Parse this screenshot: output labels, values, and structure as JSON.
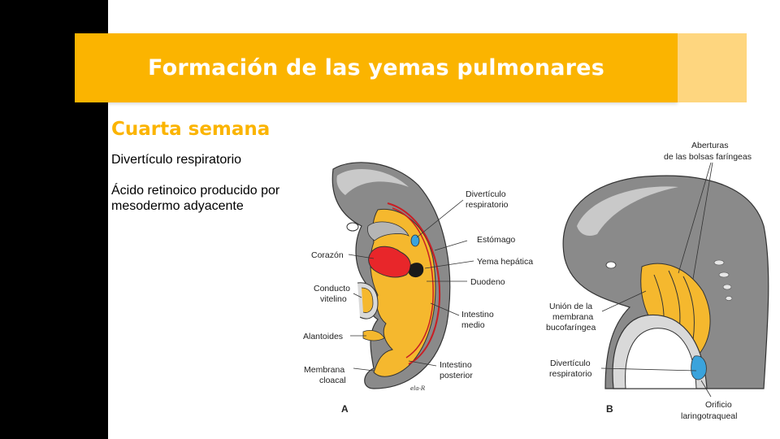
{
  "slide": {
    "title": "Formación de las yemas pulmonares",
    "subtitle": "Cuarta semana",
    "bullets": [
      "Divertículo respiratorio",
      "Ácido retinoico producido por mesodermo adyacente"
    ]
  },
  "figure": {
    "panel_a": {
      "letter": "A",
      "labels": {
        "diverticulo_1": "Divertículo",
        "diverticulo_2": "respiratorio",
        "estomago": "Estómago",
        "yema_hepatica": "Yema hepática",
        "corazon": "Corazón",
        "duodeno": "Duodeno",
        "conducto_1": "Conducto",
        "conducto_2": "vitelino",
        "intestino_medio_1": "Intestino",
        "intestino_medio_2": "medio",
        "alantoides": "Alantoides",
        "membrana_1": "Membrana",
        "membrana_2": "cloacal",
        "intestino_post_1": "Intestino",
        "intestino_post_2": "posterior"
      }
    },
    "panel_b": {
      "letter": "B",
      "labels": {
        "aberturas_1": "Aberturas",
        "aberturas_2": "de las bolsas faríngeas",
        "union_1": "Unión de la",
        "union_2": "membrana",
        "union_3": "bucofaríngea",
        "diverticulo_1": "Divertículo",
        "diverticulo_2": "respiratorio",
        "orificio_1": "Orificio",
        "orificio_2": "laringotraqueal"
      }
    }
  },
  "colors": {
    "accent": "#fbb400",
    "accent_light": "#fed67f",
    "left_bar": "#000000",
    "embryo_gray": "#8a8a8a",
    "endoderm_yellow": "#f5b82e",
    "heart_red": "#e8262a",
    "diverticulum_blue": "#3aa3dc"
  }
}
